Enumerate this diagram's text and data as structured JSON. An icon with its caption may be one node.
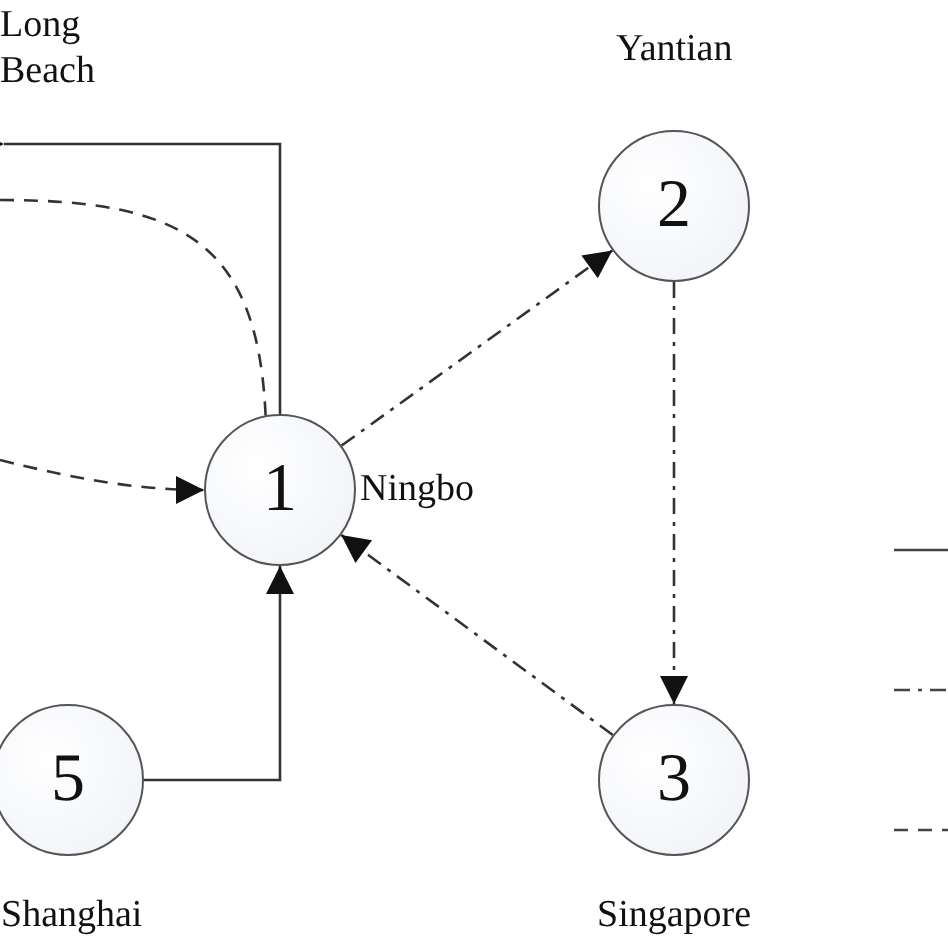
{
  "diagram": {
    "nodes": [
      {
        "text": [
          "1"
        ],
        "beside": [
          "Ningbo"
        ]
      },
      {
        "text": [
          "2"
        ],
        "beside": [
          "Yantian"
        ]
      },
      {
        "text": [
          "3"
        ],
        "beside": [
          "Singapore"
        ]
      },
      {
        "text": [
          "5"
        ],
        "beside": [
          "Shanghai"
        ]
      }
    ],
    "edges": [
      {
        "from": 0,
        "to": null,
        "arrow": "to"
      },
      {
        "from": 0,
        "to": null,
        "arrow": "none",
        "style": "dashed"
      },
      {
        "from": null,
        "to": 0,
        "arrow": "to",
        "style": "dashed"
      },
      {
        "from": 0,
        "to": 1,
        "arrow": "to",
        "style": "dashed"
      },
      {
        "from": 1,
        "to": 2,
        "arrow": "to",
        "style": "dashed"
      },
      {
        "from": 2,
        "to": 0,
        "arrow": "to",
        "style": "dashed"
      },
      {
        "from": 3,
        "to": 0,
        "arrow": "to"
      }
    ],
    "labels": [
      "Long Beach"
    ]
  }
}
